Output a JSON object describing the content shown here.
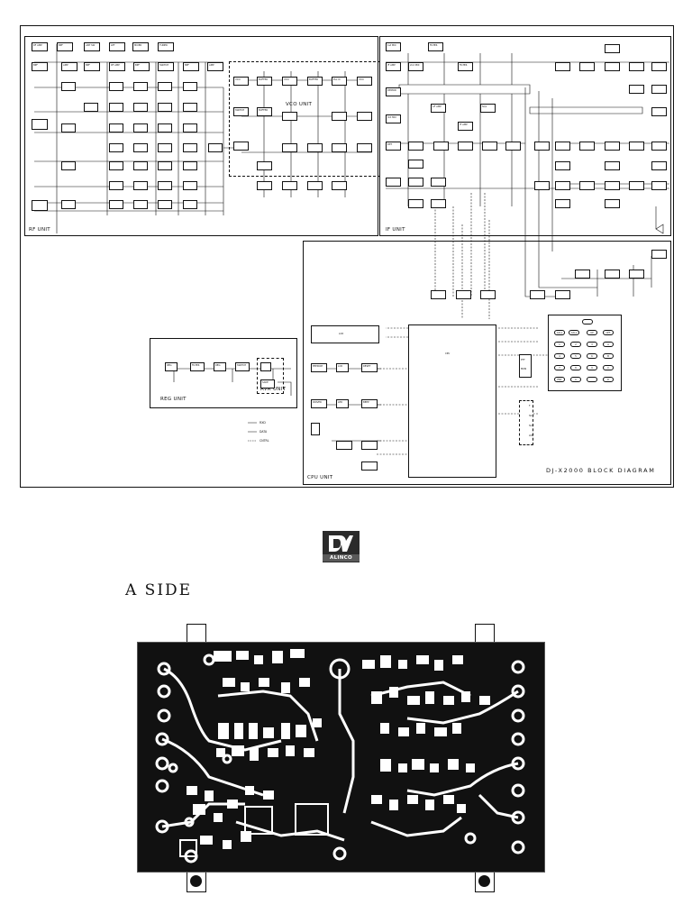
{
  "diagram": {
    "title": "DJ-X2000  BLOCK DIAGRAM",
    "units": {
      "rf": "RF UNIT",
      "vco": "VCO UNIT",
      "if": "IF UNIT",
      "reg": "REG UNIT",
      "avr": "AVR UNIT",
      "cpu": "CPU UNIT"
    },
    "legend": [
      "RXD",
      "DATA",
      "CNTRL"
    ],
    "keypad": [
      "CALL",
      "CALL",
      "",
      "",
      "UP",
      "OFF",
      "1",
      "2",
      "3",
      "A",
      "4",
      "5",
      "6",
      "B",
      "7",
      "8",
      "9",
      "C",
      "ENT",
      "0",
      "",
      "D"
    ],
    "switches": [
      "F",
      "SS",
      "SQ",
      "LMP"
    ],
    "side_buttons": [
      "PTT",
      "MON"
    ],
    "blocks": {
      "rf_blocks": [
        "RF AMP",
        "BPF",
        "ANT SW",
        "LPF",
        "MIXER",
        "TUNER",
        "BPF",
        "AMP",
        "BPF",
        "RF AMP",
        "BPF",
        "SWITCH",
        "BPF",
        "AMP"
      ],
      "vco_blocks": [
        "VCO",
        "BUFFER",
        "VCO",
        "BUFFER",
        "PLL IC",
        "VCO",
        "SWITCH",
        "BUFFER"
      ],
      "if_blocks": [
        "1st MIX",
        "FILTER",
        "IF AMP",
        "2nd MIX",
        "FILTER",
        "DEMOD",
        "AF AMP",
        "SQL",
        "3rd MIX",
        "IF AMP",
        "DET"
      ],
      "cpu_blocks": [
        "EEPROM",
        "LCD",
        "RESET",
        "DRIVER",
        "LED",
        "BEEP"
      ],
      "cpu_main": "CPU",
      "lcd_panel": "LCD",
      "reg_blocks": [
        "REG",
        "FILTER",
        "REG",
        "SWITCH",
        "SAVE"
      ]
    }
  },
  "brand": {
    "logo_text": "ALINCO",
    "logo_color": "#2b2b2b"
  },
  "board": {
    "side_label": "A SIDE"
  }
}
